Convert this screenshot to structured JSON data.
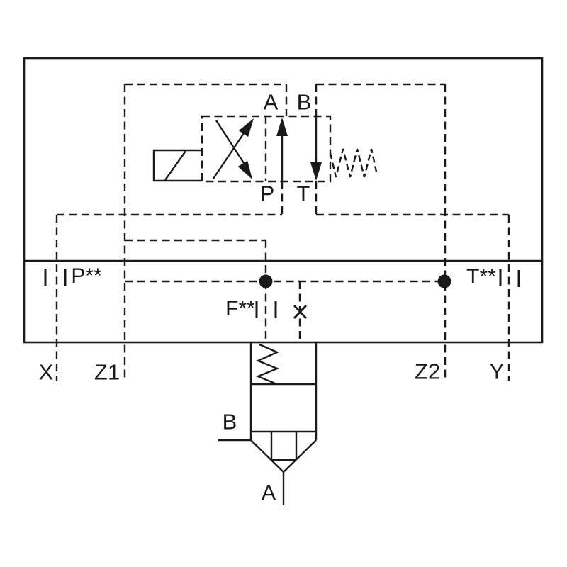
{
  "diagram": {
    "type": "hydraulic-schematic",
    "labels": {
      "pilot_port_a": "A",
      "pilot_port_b": "B",
      "pilot_port_p": "P",
      "pilot_port_t": "T",
      "gauge_port_p": "P**",
      "gauge_port_t": "T**",
      "gauge_port_f": "F**",
      "port_x": "X",
      "port_z1": "Z1",
      "port_z2": "Z2",
      "port_y": "Y",
      "main_port_b": "B",
      "main_port_a": "A"
    },
    "colors": {
      "line": "#1a1a1a",
      "background": "#ffffff"
    }
  }
}
